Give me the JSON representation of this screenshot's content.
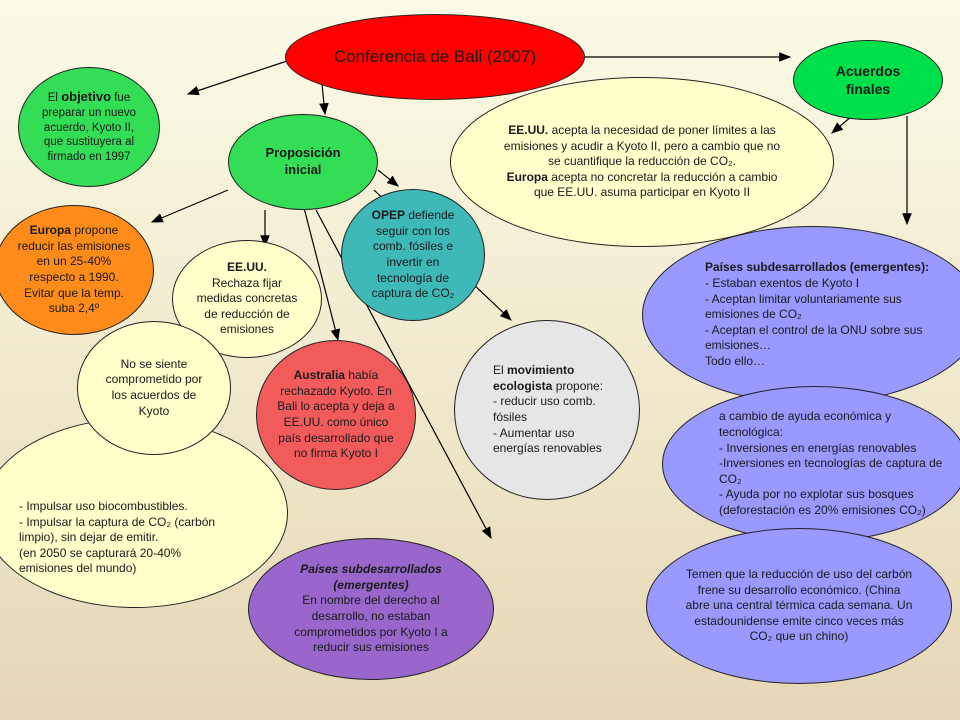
{
  "title": "Conferencia de Bali (2007)",
  "acuerdos": "Acuerdos finales",
  "objetivo": {
    "pre": "El ",
    "bold": "objetivo",
    "rest": " fue preparar un nuevo acuerdo, Kyoto II, que sustituyera al firmado en 1997"
  },
  "proposicion": "Proposición inicial",
  "eeuu_acuerdo": {
    "b1": "EE.UU.",
    "t1": " acepta la necesidad de poner límites a las emisiones y acudir a Kyoto II, pero a cambio que no se cuantifique la reducción de CO₂.",
    "b2": "Europa",
    "t2": " acepta no concretar la reducción a cambio que EE.UU. asuma participar en Kyoto II"
  },
  "europa": {
    "bold": "Europa",
    "rest": " propone reducir las emisiones en un 25-40% respecto a 1990. Evitar que la temp. suba 2,4º"
  },
  "eeuu_rechaza": {
    "bold": "EE.UU.",
    "rest": "Rechaza fijar medidas concretas de reducción de emisiones"
  },
  "opep": {
    "bold": "OPEP",
    "rest": " defiende seguir con los comb. fósiles e invertir en tecnología de captura de CO₂"
  },
  "no_comprometido": "No se siente comprometido por los acuerdos de Kyoto",
  "australia": {
    "bold": "Australia",
    "rest": " había rechazado Kyoto. En Bali lo acepta y deja a EE.UU. como único país desarrollado que no firma Kyoto I"
  },
  "movimiento": {
    "pre": "El ",
    "bold": "movimiento ecologista",
    "rest": " propone:",
    "lines": [
      "- reducir uso comb. fósiles",
      "- Aumentar uso energías renovables"
    ]
  },
  "impulsar": [
    "- Impulsar uso biocombustibles.",
    "- Impulsar la captura de CO₂ (carbón limpio), sin dejar de emitir.",
    "(en 2050 se capturará 20-40% emisiones del mundo)"
  ],
  "paises_emergentes": {
    "title": "Países subdesarrollados (emergentes)",
    "rest": "En nombre del derecho al desarrollo, no estaban comprometidos por Kyoto I a reducir sus emisiones"
  },
  "paises_final": {
    "title": "Países subdesarrollados (emergentes):",
    "lines": [
      "- Estaban exentos de Kyoto I",
      "- Aceptan limitar voluntariamente sus emisiones de CO₂",
      "- Aceptan el control de la ONU sobre sus emisiones…",
      "Todo ello…"
    ]
  },
  "cambio": [
    "a cambio de ayuda económica y tecnológica:",
    "- Inversiones en energías renovables",
    "-Inversiones en tecnologías de captura de CO₂",
    "- Ayuda por no explotar sus bosques (deforestación es 20% emisiones CO₂)"
  ],
  "temen": "Temen que la reducción de uso del carbón frene su desarrollo económico. (China abre una central térmica cada semana. Un estadounidense emite cinco veces más CO₂ que un chino)",
  "colors": {
    "title": "#ff0000",
    "acuerdos": "#00e04a",
    "yellow": "#ffffcc",
    "proposicion": "#33dd55",
    "europa": "#ff8c1a",
    "opep": "#3fb8b8",
    "australia": "#f25b5b",
    "movimiento": "#e6e6e6",
    "purple": "#9966cc",
    "lavender": "#9999ff"
  }
}
